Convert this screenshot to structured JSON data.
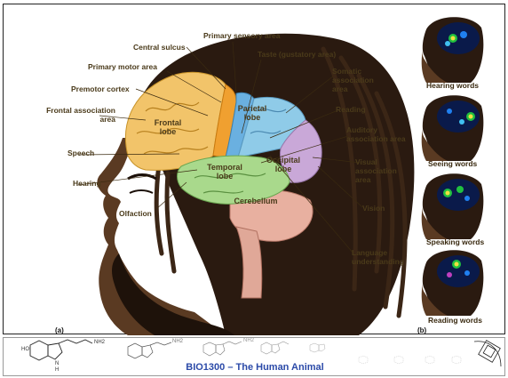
{
  "panel_a": {
    "letter": "(a)",
    "labels": {
      "central_sulcus": "Central sulcus",
      "primary_sensory_area": "Primary sensory area",
      "taste": "Taste (gustatory area)",
      "primary_motor_area": "Primary motor area",
      "somatic_association": "Somatic association area",
      "premotor_cortex": "Premotor cortex",
      "frontal_association": "Frontal association area",
      "reading": "Reading",
      "auditory_association": "Auditory association area",
      "speech": "Speech",
      "visual_association": "Visual association area",
      "hearing": "Hearing",
      "vision": "Vision",
      "olfaction": "Olfaction",
      "language_understanding": "Language understanding"
    },
    "lobes": {
      "frontal": "Frontal lobe",
      "parietal": "Parietal lobe",
      "occipital": "Occipital lobe",
      "temporal": "Temporal lobe",
      "cerebellum": "Cerebellum"
    },
    "colors": {
      "frontal": "#f2c46a",
      "parietal": "#8fcbe8",
      "occipital": "#c9a8d8",
      "temporal": "#a9d98c",
      "cerebellum": "#e8b0a0",
      "sensory_strip": "#6ab0e0",
      "motor_strip": "#f0a030",
      "skin": "#5a3a22",
      "hair": "#2a1a10"
    }
  },
  "panel_b": {
    "letter": "(b)",
    "captions": [
      "Hearing words",
      "Seeing words",
      "Speaking words",
      "Reading words"
    ]
  },
  "footer": {
    "title": "BIO1300 – The Human Animal",
    "molecule_labels": [
      "HO",
      "NH2",
      "N",
      "H",
      "NH2",
      "NH2"
    ]
  }
}
